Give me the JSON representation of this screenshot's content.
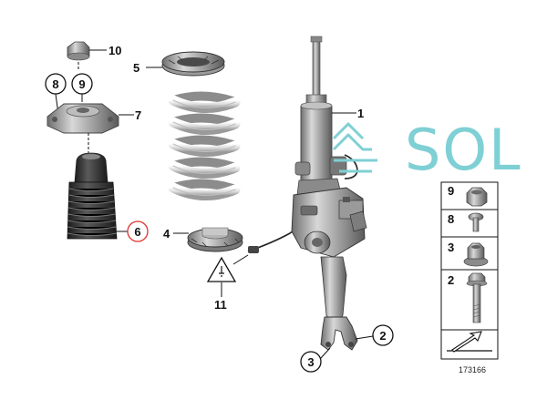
{
  "callouts": {
    "c1": "1",
    "c2": "2",
    "c3": "3",
    "c4": "4",
    "c5": "5",
    "c6": "6",
    "c7": "7",
    "c8": "8",
    "c9": "9",
    "c10": "10",
    "c11": "11"
  },
  "legend": {
    "items": [
      "9",
      "8",
      "3",
      "2"
    ]
  },
  "watermark": "SOL",
  "diagram_id": "173166",
  "colors": {
    "watermark": "#7fd0d4",
    "highlight_circle": "#e0302a",
    "line": "#111111"
  }
}
